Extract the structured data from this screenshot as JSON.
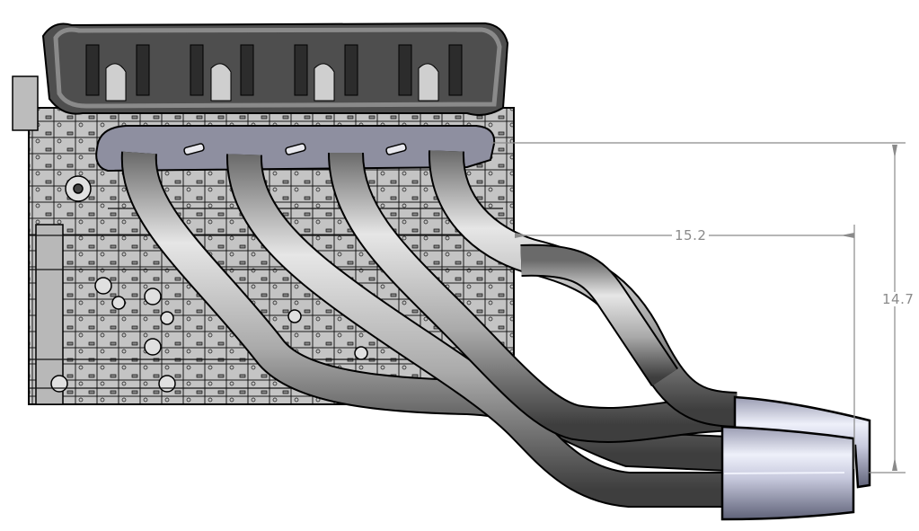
{
  "drawing": {
    "subject": "Inline-4 engine with 4-into-2 exhaust header assembly",
    "view": "side view",
    "colors": {
      "background": "#ffffff",
      "block_dark": "#3a3a3a",
      "block_mid": "#8c8c8c",
      "block_light": "#d8d8d8",
      "pipe_light": "#e6e6e6",
      "pipe_mid": "#a9a9a9",
      "pipe_dark": "#555555",
      "flange": "#8e8fa0",
      "collector_light": "#e4e6f4",
      "collector_dark": "#6f7288",
      "dimension_line": "#8a8a8a"
    }
  },
  "dimensions": {
    "horizontal": {
      "label": "15.2",
      "orientation": "horizontal"
    },
    "vertical": {
      "label": "14.7",
      "orientation": "vertical"
    }
  },
  "components": {
    "pipes": [
      {
        "name": "runner-1"
      },
      {
        "name": "runner-2"
      },
      {
        "name": "runner-3"
      },
      {
        "name": "runner-4"
      }
    ],
    "collectors": [
      {
        "name": "collector-upper"
      },
      {
        "name": "collector-lower"
      }
    ]
  }
}
